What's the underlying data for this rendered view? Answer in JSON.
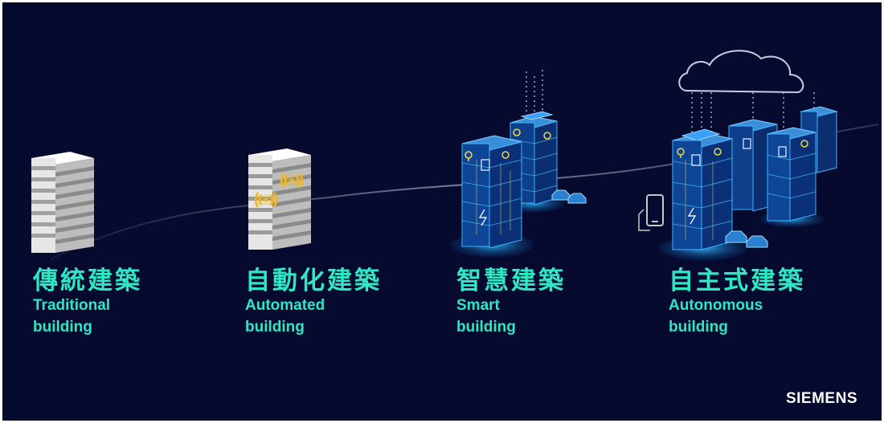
{
  "stages": [
    {
      "zh": "傳統建築",
      "en": "Traditional\nbuilding"
    },
    {
      "zh": "自動化建築",
      "en": "Automated\nbuilding"
    },
    {
      "zh": "智慧建築",
      "en": "Smart\nbuilding"
    },
    {
      "zh": "自主式建築",
      "en": "Autonomous\nbuilding"
    }
  ],
  "brand": "SIEMENS",
  "colors": {
    "background": "#050a2e",
    "label": "#2fe6c5",
    "wifi": "#f2b718",
    "smart_glow": "#27b3ff",
    "device": "#c8c8c8"
  },
  "icons": [
    "wifi-icon",
    "lightbulb-icon",
    "document-icon",
    "fan-icon",
    "lightning-icon",
    "car-icon",
    "smartphone-icon",
    "cloud-icon",
    "solar-panel-icon",
    "data-stream-icon"
  ]
}
